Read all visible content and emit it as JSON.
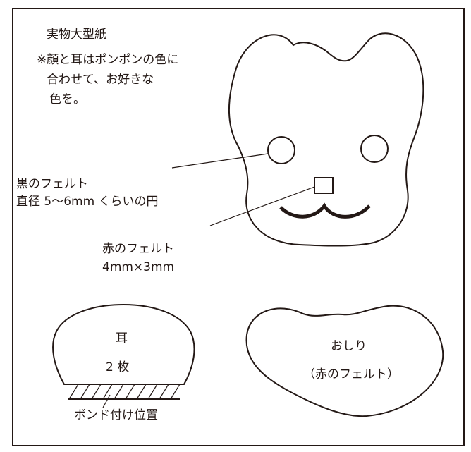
{
  "title": "実物大型紙",
  "note": {
    "line1": "※顔と耳はポンポンの色に",
    "line2": "合わせて、お好きな",
    "line3": "色を。"
  },
  "eye_label": {
    "line1": "黒のフェルト",
    "line2": "直径 5〜6mm くらいの円"
  },
  "nose_label": {
    "line1": "赤のフェルト",
    "line2": "4mm×3mm"
  },
  "ear": {
    "label": "耳",
    "count": "2 枚",
    "glue_label": "ボンド付け位置"
  },
  "tail": {
    "label": "おしり",
    "material": "（赤のフェルト）"
  },
  "colors": {
    "ink": "#231815",
    "paper": "#ffffff"
  }
}
